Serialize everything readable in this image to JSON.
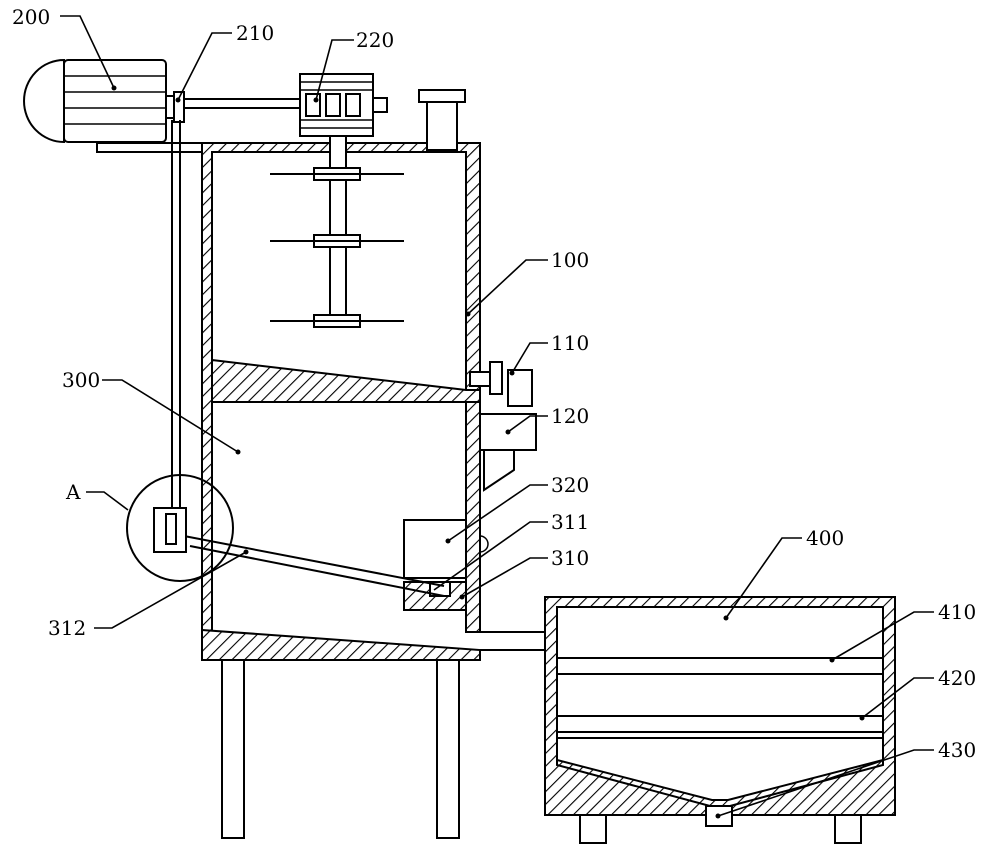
{
  "labels": {
    "l200": "200",
    "l210": "210",
    "l220": "220",
    "l100": "100",
    "l110": "110",
    "l120": "120",
    "l300": "300",
    "l320": "320",
    "l311": "311",
    "l310": "310",
    "l312": "312",
    "lA": "A",
    "l400": "400",
    "l410": "410",
    "l420": "420",
    "l430": "430"
  },
  "colors": {
    "line": "#000000",
    "background": "#ffffff"
  }
}
